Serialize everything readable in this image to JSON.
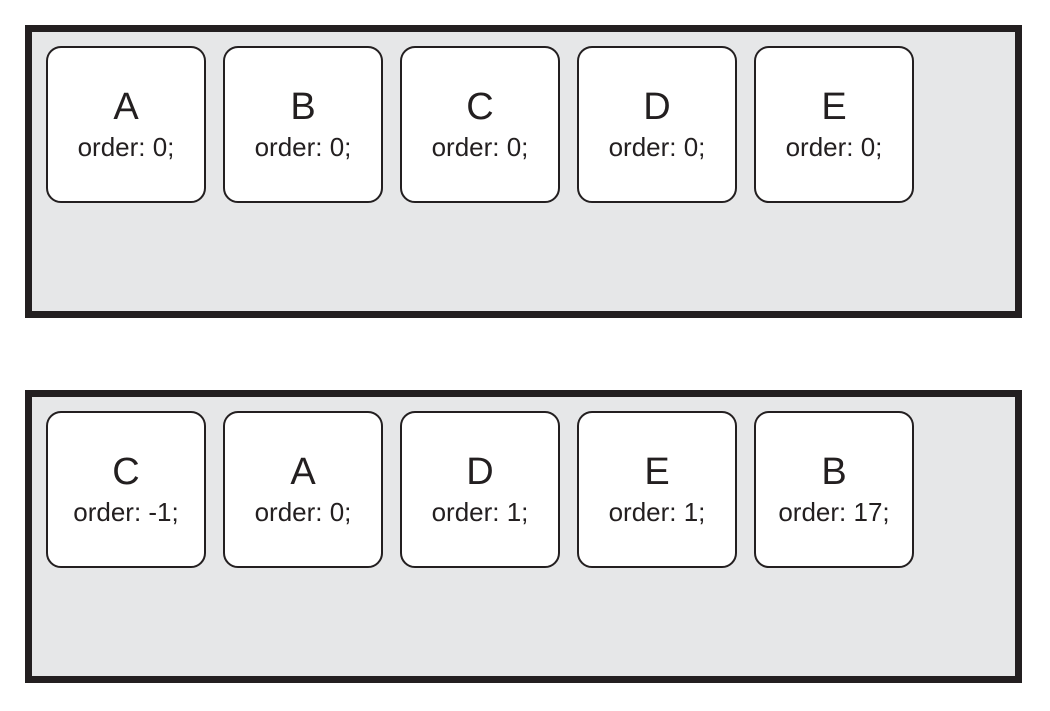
{
  "colors": {
    "page_background": "#ffffff",
    "container_background": "#e6e7e8",
    "border": "#231f20",
    "box_background": "#ffffff",
    "text": "#231f20"
  },
  "containers": [
    {
      "items": [
        {
          "label": "A",
          "order_declaration": "order: 0;"
        },
        {
          "label": "B",
          "order_declaration": "order: 0;"
        },
        {
          "label": "C",
          "order_declaration": "order: 0;"
        },
        {
          "label": "D",
          "order_declaration": "order: 0;"
        },
        {
          "label": "E",
          "order_declaration": "order: 0;"
        }
      ]
    },
    {
      "items": [
        {
          "label": "C",
          "order_declaration": "order: -1;"
        },
        {
          "label": "A",
          "order_declaration": "order: 0;"
        },
        {
          "label": "D",
          "order_declaration": "order: 1;"
        },
        {
          "label": "E",
          "order_declaration": "order: 1;"
        },
        {
          "label": "B",
          "order_declaration": "order: 17;"
        }
      ]
    }
  ]
}
